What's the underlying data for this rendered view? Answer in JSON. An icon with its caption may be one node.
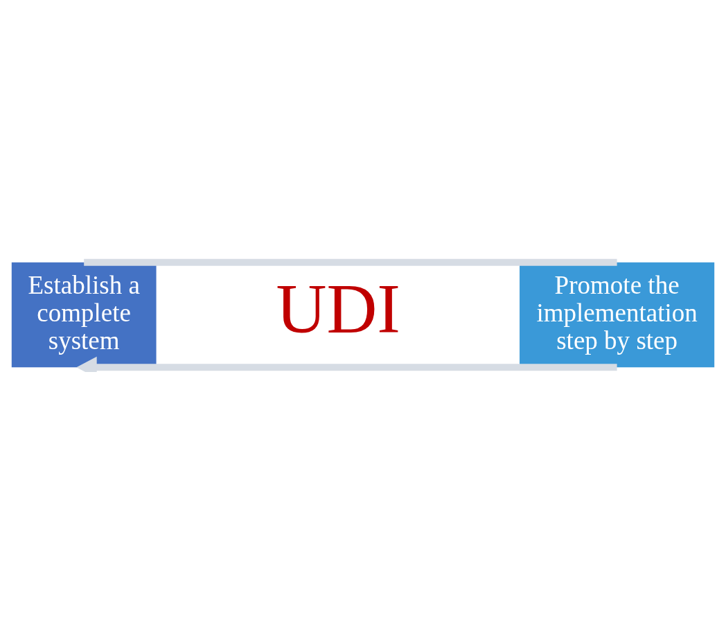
{
  "diagram": {
    "nodes": [
      {
        "text": [
          "Establish a complete system"
        ]
      },
      {
        "text": [
          "Promote the implementation step by step"
        ]
      }
    ],
    "edges": [
      {
        "from": 0,
        "to": 1,
        "arrow": "none"
      },
      {
        "from": 1,
        "to": 0,
        "arrow": "to"
      }
    ],
    "labels": [
      "UDI"
    ]
  }
}
